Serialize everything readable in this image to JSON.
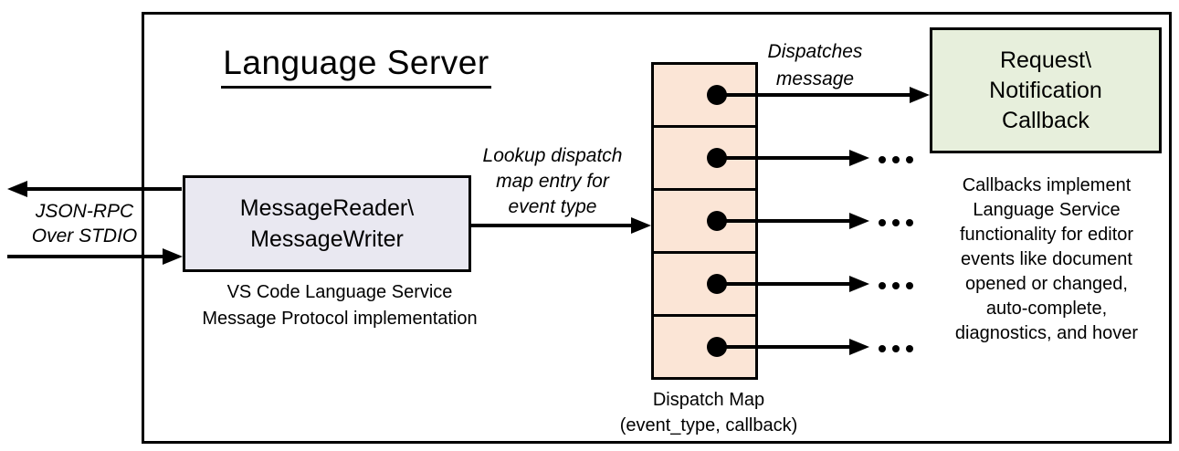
{
  "colors": {
    "background": "#ffffff",
    "stroke": "#000000",
    "reader_box_fill": "#e9e8f1",
    "dispatch_cell_fill": "#fbe5d6",
    "callback_box_fill": "#e7efdc"
  },
  "diagram": {
    "title": "Language Server",
    "io_channel_label": "JSON-RPC\nOver STDIO",
    "reader_box_label": "MessageReader\\\nMessageWriter",
    "reader_caption": "VS Code Language Service\nMessage Protocol implementation",
    "lookup_label": "Lookup dispatch\nmap entry for\nevent type",
    "dispatches_label": "Dispatches\nmessage",
    "dispatch_map_rows": 5,
    "dispatch_map_caption": "Dispatch Map\n(event_type, callback)",
    "callback_box_label": "Request\\\nNotification\nCallback",
    "callback_note": "Callbacks implement\nLanguage Service\nfunctionality for editor\nevents like document\nopened or changed,\nauto-complete,\ndiagnostics, and hover",
    "ellipsis": "..."
  }
}
